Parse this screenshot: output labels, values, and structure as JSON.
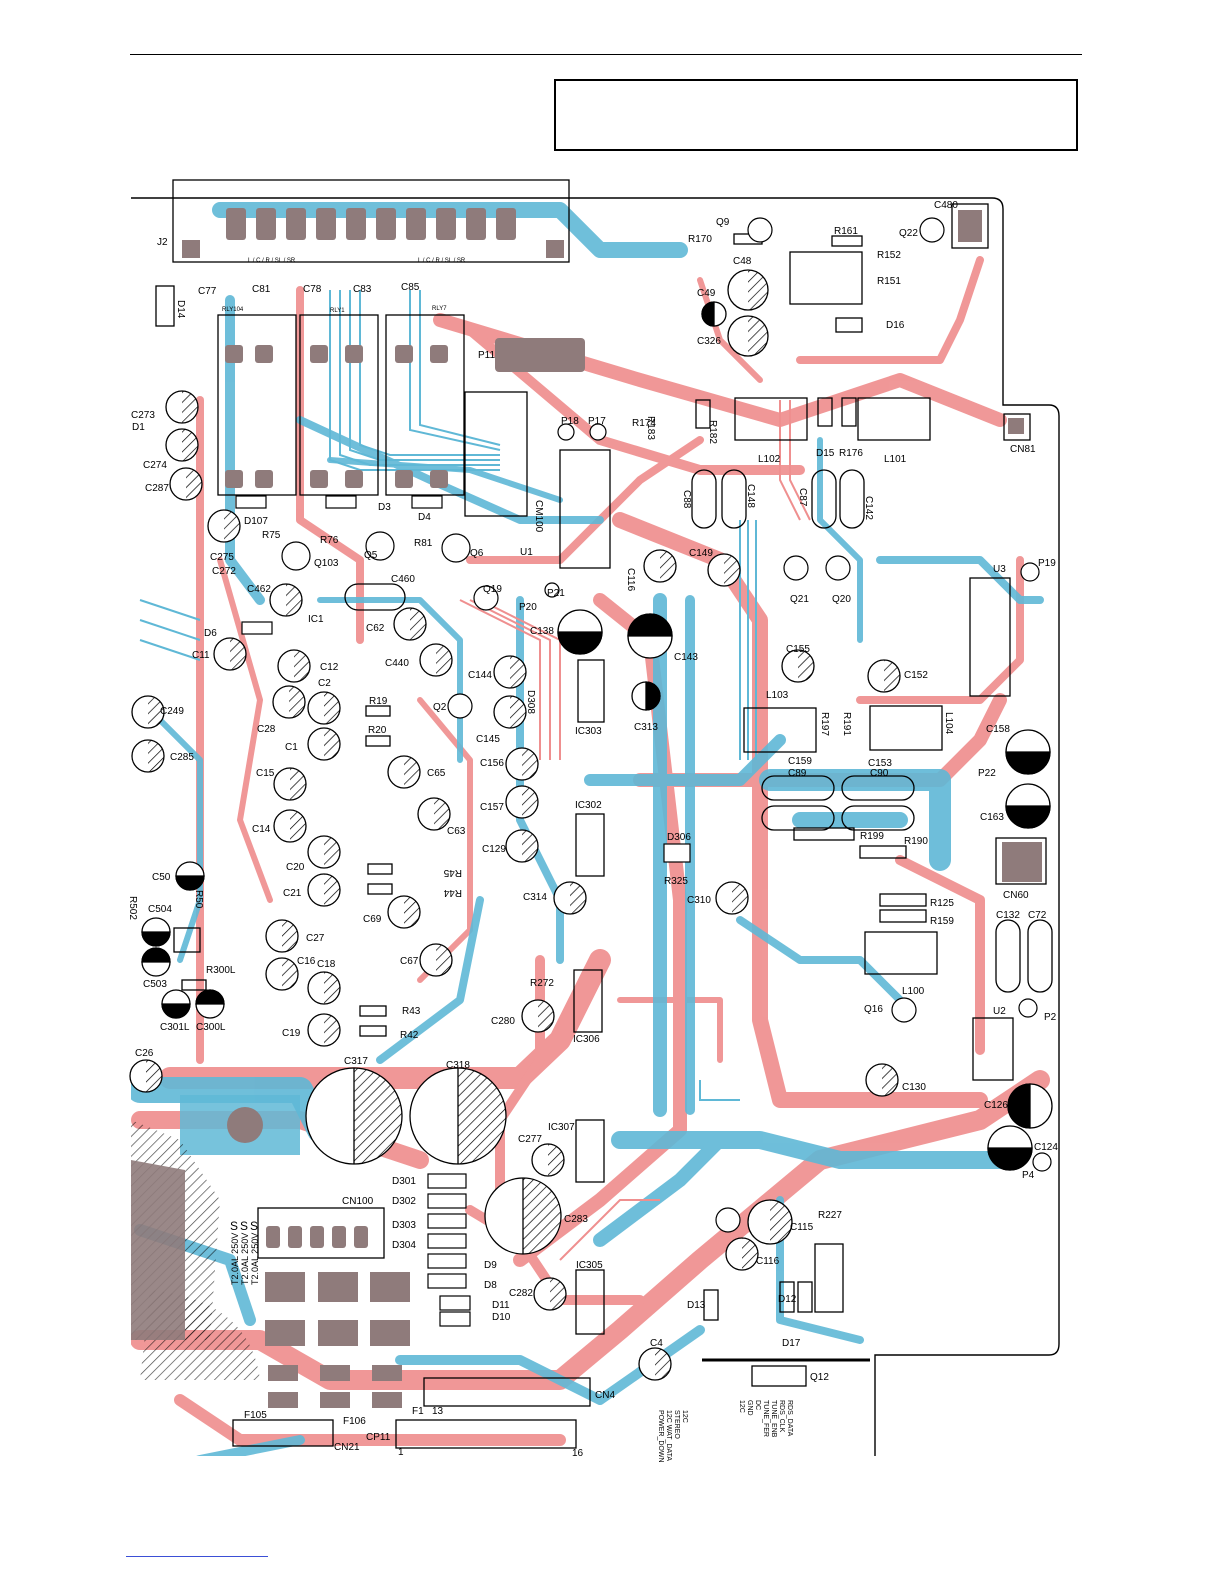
{
  "colors": {
    "top_copper": "#ef8f8f",
    "bottom_copper": "#5fb8d6",
    "component_fill": "#8f7b7b",
    "silkscreen": "#000000",
    "link_underline": "#3b4fd6"
  },
  "board": {
    "connector_j2": "J2",
    "j2_pin_label_left": "L / C / R / SL / SR",
    "j2_pin_label_right": "L / C / R / SL / SR",
    "relay_labels": [
      "RLY104",
      "RLY1",
      "RLY7"
    ],
    "labels": [
      {
        "id": "C77",
        "text": "C77"
      },
      {
        "id": "C81",
        "text": "C81"
      },
      {
        "id": "C78",
        "text": "C78"
      },
      {
        "id": "C83",
        "text": "C83"
      },
      {
        "id": "C85",
        "text": "C85"
      },
      {
        "id": "D14",
        "text": "D14"
      },
      {
        "id": "P11",
        "text": "P11"
      },
      {
        "id": "Q9",
        "text": "Q9"
      },
      {
        "id": "R170",
        "text": "R170"
      },
      {
        "id": "R161",
        "text": "R161"
      },
      {
        "id": "Q22",
        "text": "Q22"
      },
      {
        "id": "C480",
        "text": "C480"
      },
      {
        "id": "R152",
        "text": "R152"
      },
      {
        "id": "C48",
        "text": "C48"
      },
      {
        "id": "R151",
        "text": "R151"
      },
      {
        "id": "C49",
        "text": "C49"
      },
      {
        "id": "D16",
        "text": "D16"
      },
      {
        "id": "C326",
        "text": "C326"
      },
      {
        "id": "C273",
        "text": "C273"
      },
      {
        "id": "D1",
        "text": "D1"
      },
      {
        "id": "C274",
        "text": "C274"
      },
      {
        "id": "C287",
        "text": "C287"
      },
      {
        "id": "P18",
        "text": "P18"
      },
      {
        "id": "P17",
        "text": "P17"
      },
      {
        "id": "R174",
        "text": "R174"
      },
      {
        "id": "R183",
        "text": "R183"
      },
      {
        "id": "R182",
        "text": "R182"
      },
      {
        "id": "L102",
        "text": "L102"
      },
      {
        "id": "D15",
        "text": "D15"
      },
      {
        "id": "R176",
        "text": "R176"
      },
      {
        "id": "L101",
        "text": "L101"
      },
      {
        "id": "CN81",
        "text": "CN81"
      },
      {
        "id": "D107",
        "text": "D107"
      },
      {
        "id": "D3",
        "text": "D3"
      },
      {
        "id": "D4",
        "text": "D4"
      },
      {
        "id": "CM100",
        "text": "CM100"
      },
      {
        "id": "C88",
        "text": "C88"
      },
      {
        "id": "C148",
        "text": "C148"
      },
      {
        "id": "C87",
        "text": "C87"
      },
      {
        "id": "C142",
        "text": "C142"
      },
      {
        "id": "R75",
        "text": "R75"
      },
      {
        "id": "R76",
        "text": "R76"
      },
      {
        "id": "R81",
        "text": "R81"
      },
      {
        "id": "U1",
        "text": "U1"
      },
      {
        "id": "C275",
        "text": "C275"
      },
      {
        "id": "Q103",
        "text": "Q103"
      },
      {
        "id": "Q5",
        "text": "Q5"
      },
      {
        "id": "Q6",
        "text": "Q6"
      },
      {
        "id": "C272",
        "text": "C272"
      },
      {
        "id": "C116",
        "text": "C116"
      },
      {
        "id": "C149",
        "text": "C149"
      },
      {
        "id": "U3",
        "text": "U3"
      },
      {
        "id": "P19",
        "text": "P19"
      },
      {
        "id": "C460",
        "text": "C460"
      },
      {
        "id": "C462",
        "text": "C462"
      },
      {
        "id": "Q19",
        "text": "Q19"
      },
      {
        "id": "P21",
        "text": "P21"
      },
      {
        "id": "P20",
        "text": "P20"
      },
      {
        "id": "Q21",
        "text": "Q21"
      },
      {
        "id": "Q20",
        "text": "Q20"
      },
      {
        "id": "IC1",
        "text": "IC1"
      },
      {
        "id": "D6",
        "text": "D6"
      },
      {
        "id": "C62",
        "text": "C62"
      },
      {
        "id": "C138",
        "text": "C138"
      },
      {
        "id": "C11",
        "text": "C11"
      },
      {
        "id": "C440",
        "text": "C440"
      },
      {
        "id": "C143",
        "text": "C143"
      },
      {
        "id": "C155",
        "text": "C155"
      },
      {
        "id": "C12",
        "text": "C12"
      },
      {
        "id": "C152",
        "text": "C152"
      },
      {
        "id": "C2",
        "text": "C2"
      },
      {
        "id": "C144",
        "text": "C144"
      },
      {
        "id": "D308",
        "text": "D308"
      },
      {
        "id": "L103",
        "text": "L103"
      },
      {
        "id": "C249",
        "text": "C249"
      },
      {
        "id": "R19",
        "text": "R19"
      },
      {
        "id": "Q2",
        "text": "Q2"
      },
      {
        "id": "C313",
        "text": "C313"
      },
      {
        "id": "R197",
        "text": "R197"
      },
      {
        "id": "R191",
        "text": "R191"
      },
      {
        "id": "L104",
        "text": "L104"
      },
      {
        "id": "C158",
        "text": "C158"
      },
      {
        "id": "C28",
        "text": "C28"
      },
      {
        "id": "R20",
        "text": "R20"
      },
      {
        "id": "IC303",
        "text": "IC303"
      },
      {
        "id": "C145",
        "text": "C145"
      },
      {
        "id": "C1",
        "text": "C1"
      },
      {
        "id": "C159",
        "text": "C159"
      },
      {
        "id": "C153",
        "text": "C153"
      },
      {
        "id": "C285",
        "text": "C285"
      },
      {
        "id": "C156",
        "text": "C156"
      },
      {
        "id": "C89",
        "text": "C89"
      },
      {
        "id": "C90",
        "text": "C90"
      },
      {
        "id": "P22",
        "text": "P22"
      },
      {
        "id": "C15",
        "text": "C15"
      },
      {
        "id": "C65",
        "text": "C65"
      },
      {
        "id": "C163",
        "text": "C163"
      },
      {
        "id": "IC302",
        "text": "IC302"
      },
      {
        "id": "C157",
        "text": "C157"
      },
      {
        "id": "C14",
        "text": "C14"
      },
      {
        "id": "C63",
        "text": "C63"
      },
      {
        "id": "R199",
        "text": "R199"
      },
      {
        "id": "R190",
        "text": "R190"
      },
      {
        "id": "D306",
        "text": "D306"
      },
      {
        "id": "C129",
        "text": "C129"
      },
      {
        "id": "C20",
        "text": "C20"
      },
      {
        "id": "R45",
        "text": "R45"
      },
      {
        "id": "R325",
        "text": "R325"
      },
      {
        "id": "CN60",
        "text": "CN60"
      },
      {
        "id": "C50",
        "text": "C50"
      },
      {
        "id": "R50",
        "text": "R50"
      },
      {
        "id": "R502",
        "text": "R502"
      },
      {
        "id": "C21",
        "text": "C21"
      },
      {
        "id": "R44",
        "text": "R44"
      },
      {
        "id": "C314",
        "text": "C314"
      },
      {
        "id": "C310",
        "text": "C310"
      },
      {
        "id": "R125",
        "text": "R125"
      },
      {
        "id": "R159",
        "text": "R159"
      },
      {
        "id": "C504",
        "text": "C504"
      },
      {
        "id": "C69",
        "text": "C69"
      },
      {
        "id": "C132",
        "text": "C132"
      },
      {
        "id": "C72",
        "text": "C72"
      },
      {
        "id": "C27",
        "text": "C27"
      },
      {
        "id": "C16",
        "text": "C16"
      },
      {
        "id": "C18",
        "text": "C18"
      },
      {
        "id": "C67",
        "text": "C67"
      },
      {
        "id": "R300L",
        "text": "R300L"
      },
      {
        "id": "C503",
        "text": "C503"
      },
      {
        "id": "R272",
        "text": "R272"
      },
      {
        "id": "L100",
        "text": "L100"
      },
      {
        "id": "Q16",
        "text": "Q16"
      },
      {
        "id": "U2",
        "text": "U2"
      },
      {
        "id": "P2",
        "text": "P2"
      },
      {
        "id": "R43",
        "text": "R43"
      },
      {
        "id": "C280",
        "text": "C280"
      },
      {
        "id": "C301L",
        "text": "C301L"
      },
      {
        "id": "C300L",
        "text": "C300L"
      },
      {
        "id": "C19",
        "text": "C19"
      },
      {
        "id": "R42",
        "text": "R42"
      },
      {
        "id": "IC306",
        "text": "IC306"
      },
      {
        "id": "C26",
        "text": "C26"
      },
      {
        "id": "C317",
        "text": "C317"
      },
      {
        "id": "C318",
        "text": "C318"
      },
      {
        "id": "C130",
        "text": "C130"
      },
      {
        "id": "C126",
        "text": "C126"
      },
      {
        "id": "IC307",
        "text": "IC307"
      },
      {
        "id": "C277",
        "text": "C277"
      },
      {
        "id": "C124",
        "text": "C124"
      },
      {
        "id": "P4",
        "text": "P4"
      },
      {
        "id": "D301",
        "text": "D301"
      },
      {
        "id": "D302",
        "text": "D302"
      },
      {
        "id": "CN100",
        "text": "CN100"
      },
      {
        "id": "D303",
        "text": "D303"
      },
      {
        "id": "C283",
        "text": "C283"
      },
      {
        "id": "C115",
        "text": "C115"
      },
      {
        "id": "R227",
        "text": "R227"
      },
      {
        "id": "D304",
        "text": "D304"
      },
      {
        "id": "C116b",
        "text": "C116"
      },
      {
        "id": "D9",
        "text": "D9"
      },
      {
        "id": "D8",
        "text": "D8"
      },
      {
        "id": "IC305",
        "text": "IC305"
      },
      {
        "id": "C282",
        "text": "C282"
      },
      {
        "id": "D13",
        "text": "D13"
      },
      {
        "id": "D12",
        "text": "D12"
      },
      {
        "id": "D11",
        "text": "D11"
      },
      {
        "id": "D10",
        "text": "D10"
      },
      {
        "id": "D17",
        "text": "D17"
      },
      {
        "id": "C4",
        "text": "C4"
      },
      {
        "id": "Q12",
        "text": "Q12"
      },
      {
        "id": "CN4",
        "text": "CN4"
      },
      {
        "id": "F105",
        "text": "F105"
      },
      {
        "id": "F106",
        "text": "F106"
      },
      {
        "id": "F1",
        "text": "F1"
      },
      {
        "id": "13",
        "text": "13"
      },
      {
        "id": "CN21",
        "text": "CN21"
      },
      {
        "id": "CP11",
        "text": "CP11"
      },
      {
        "id": "pin1",
        "text": "1"
      },
      {
        "id": "pin16",
        "text": "16"
      }
    ],
    "fuse_labels": [
      "T2.0AL 250V",
      "T2.0AL 250V",
      "T2.0AL 250V"
    ],
    "fuse_marks": [
      "S",
      "S",
      "S"
    ],
    "cn4_signals_left": [
      "12C",
      "STEREO",
      "12C WAT_DATA",
      "POWER_DOWN"
    ],
    "cn4_signals_right": [
      "RDS_DATA",
      "RDS_CLK",
      "TUNE_ENB",
      "TUNE_FER",
      "DC",
      "GND",
      "12C"
    ]
  }
}
